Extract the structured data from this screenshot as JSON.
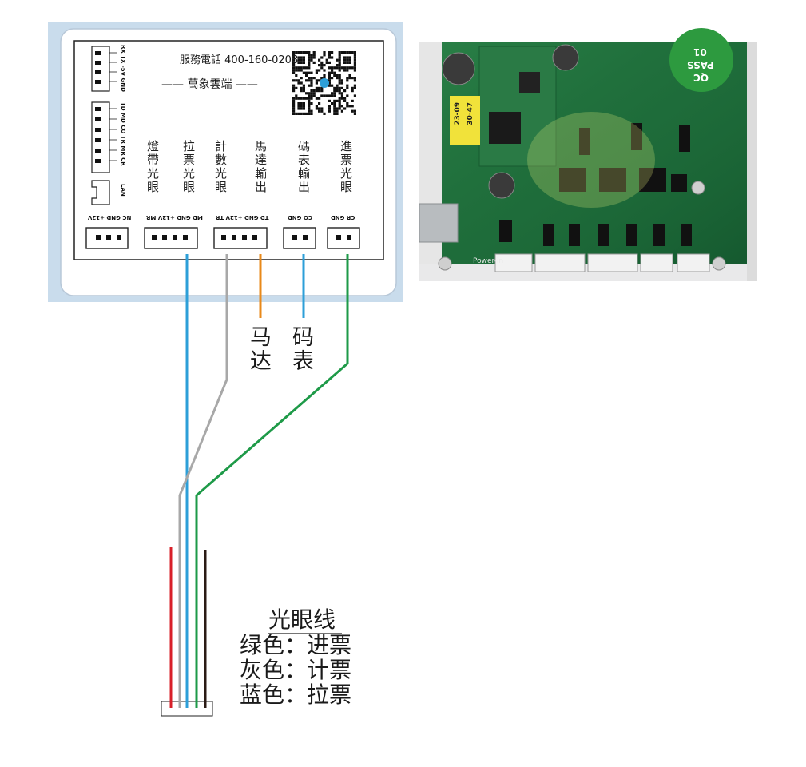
{
  "device_panel": {
    "service_phone": "服務電話 400-160-0208",
    "brand": "—— 萬象雲端 ——",
    "side_header_top": "RX TX -5V GND",
    "side_header_mid": "TD MD CO TR MR CR",
    "side_header_bottom": "LAN",
    "function_labels": [
      "燈帶光眼",
      "拉票光眼",
      "計數光眼",
      "馬達輸出",
      "碼表輸出",
      "進票光眼"
    ],
    "connector_labels": [
      "NC GND +12V",
      "MD GND +12V MR",
      "TD GND +12V TR",
      "CO GND",
      "CR GND"
    ]
  },
  "board_photo": {
    "sticker_line1": "23-09",
    "sticker_line2": "30-47",
    "qc_line1": "QC",
    "qc_line2": "PASS",
    "qc_line3": "01",
    "power_label": "Power-in"
  },
  "annotations": {
    "motor": "马达",
    "meter": "码表"
  },
  "legend": {
    "title": "光眼线",
    "rows": [
      "绿色：进票",
      "灰色：计票",
      "蓝色：拉票"
    ]
  },
  "colors": {
    "blue": "#2d9fd8",
    "gray": "#a8a8a8",
    "orange": "#e8891a",
    "green": "#1e9a48",
    "red": "#d8202a",
    "black": "#2a1a14"
  }
}
